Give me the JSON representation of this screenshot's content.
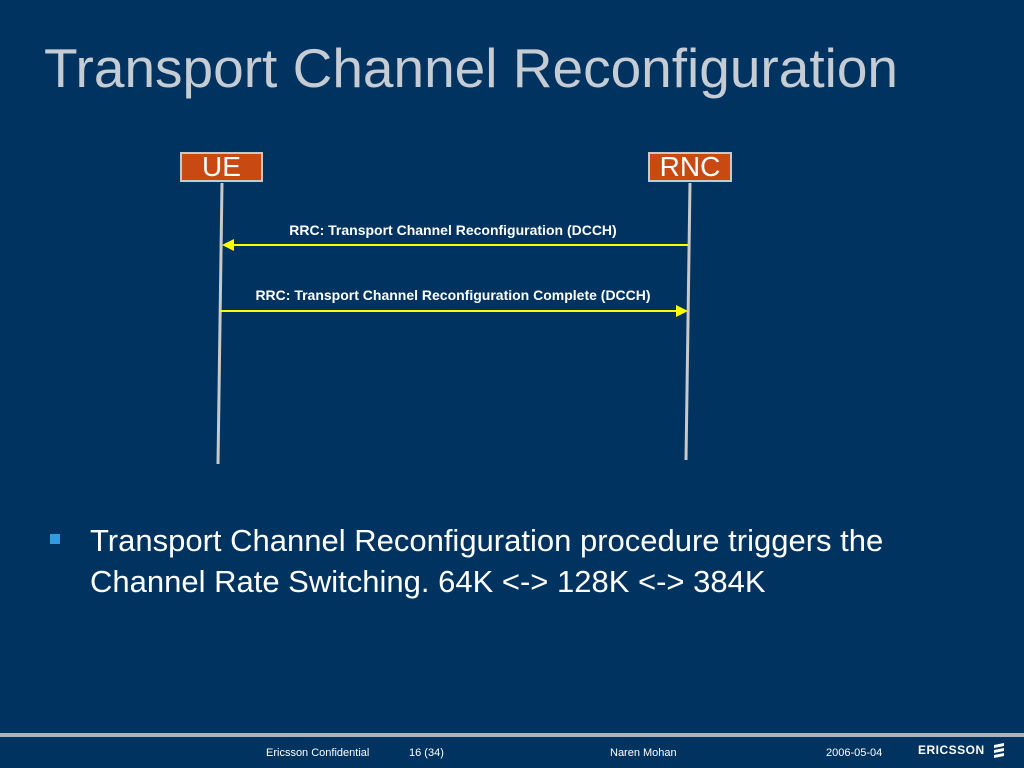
{
  "slide": {
    "title": "Transport Channel Reconfiguration"
  },
  "diagram": {
    "entities": {
      "left": "UE",
      "right": "RNC"
    },
    "messages": [
      {
        "label": "RRC:  Transport Channel Reconfiguration (DCCH)",
        "from": "RNC",
        "to": "UE"
      },
      {
        "label": "RRC:  Transport Channel Reconfiguration Complete (DCCH)",
        "from": "UE",
        "to": "RNC"
      }
    ],
    "colors": {
      "entity_fill": "#c84a12",
      "arrow": "#ffff00",
      "lifeline": "#c9c9c9"
    }
  },
  "bullets": [
    "Transport Channel Reconfiguration procedure triggers the Channel Rate Switching.  64K <-> 128K <-> 384K"
  ],
  "footer": {
    "confidentiality": "Ericsson Confidential",
    "page": "16 (34)",
    "author": "Naren Mohan",
    "date": "2006-05-04",
    "logo_text": "ERICSSON"
  }
}
